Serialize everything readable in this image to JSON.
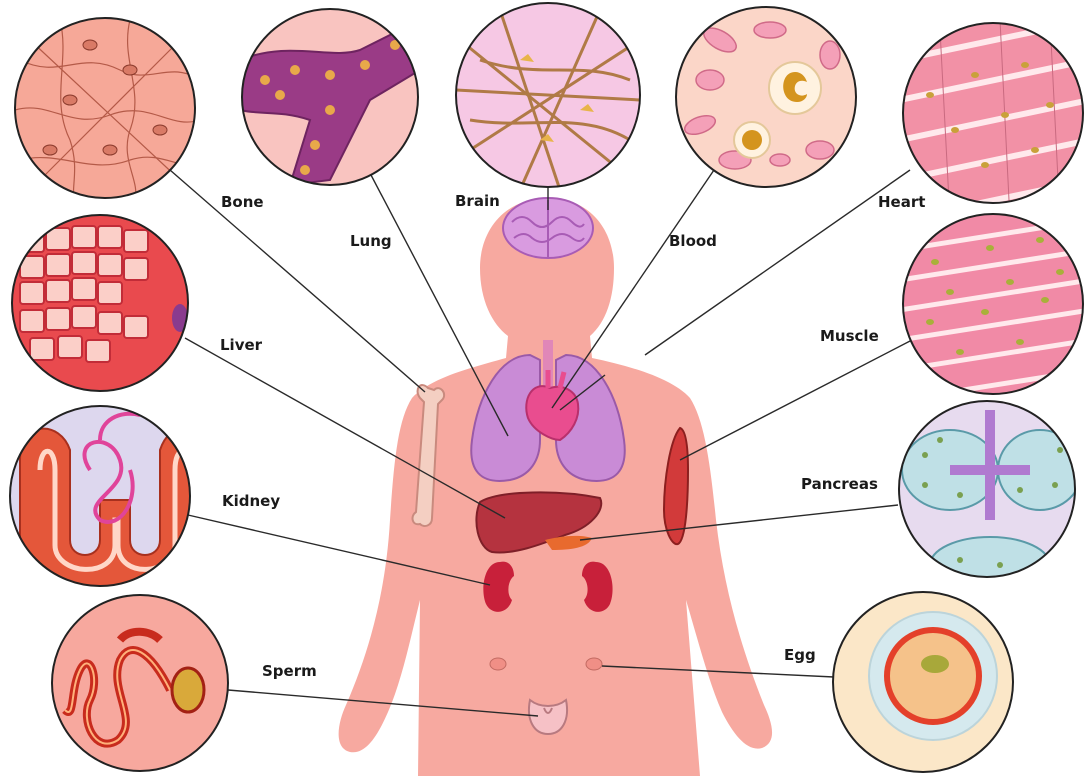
{
  "labels": {
    "bone": "Bone",
    "lung": "Lung",
    "brain": "Brain",
    "blood": "Blood",
    "heart": "Heart",
    "liver": "Liver",
    "muscle": "Muscle",
    "kidney": "Kidney",
    "pancreas": "Pancreas",
    "sperm": "Sperm",
    "egg": "Egg"
  },
  "colors": {
    "body": "#f7a9a0",
    "leader_line": "#2a2a2a",
    "circle_border": "#222222",
    "lung": "#c98bd6",
    "liver": "#b5333f",
    "kidney": "#c8203a",
    "heart": "#e94d8f",
    "brain": "#d99be0",
    "bone": "#f4cfc2",
    "muscle_organ": "#d23a3a"
  }
}
